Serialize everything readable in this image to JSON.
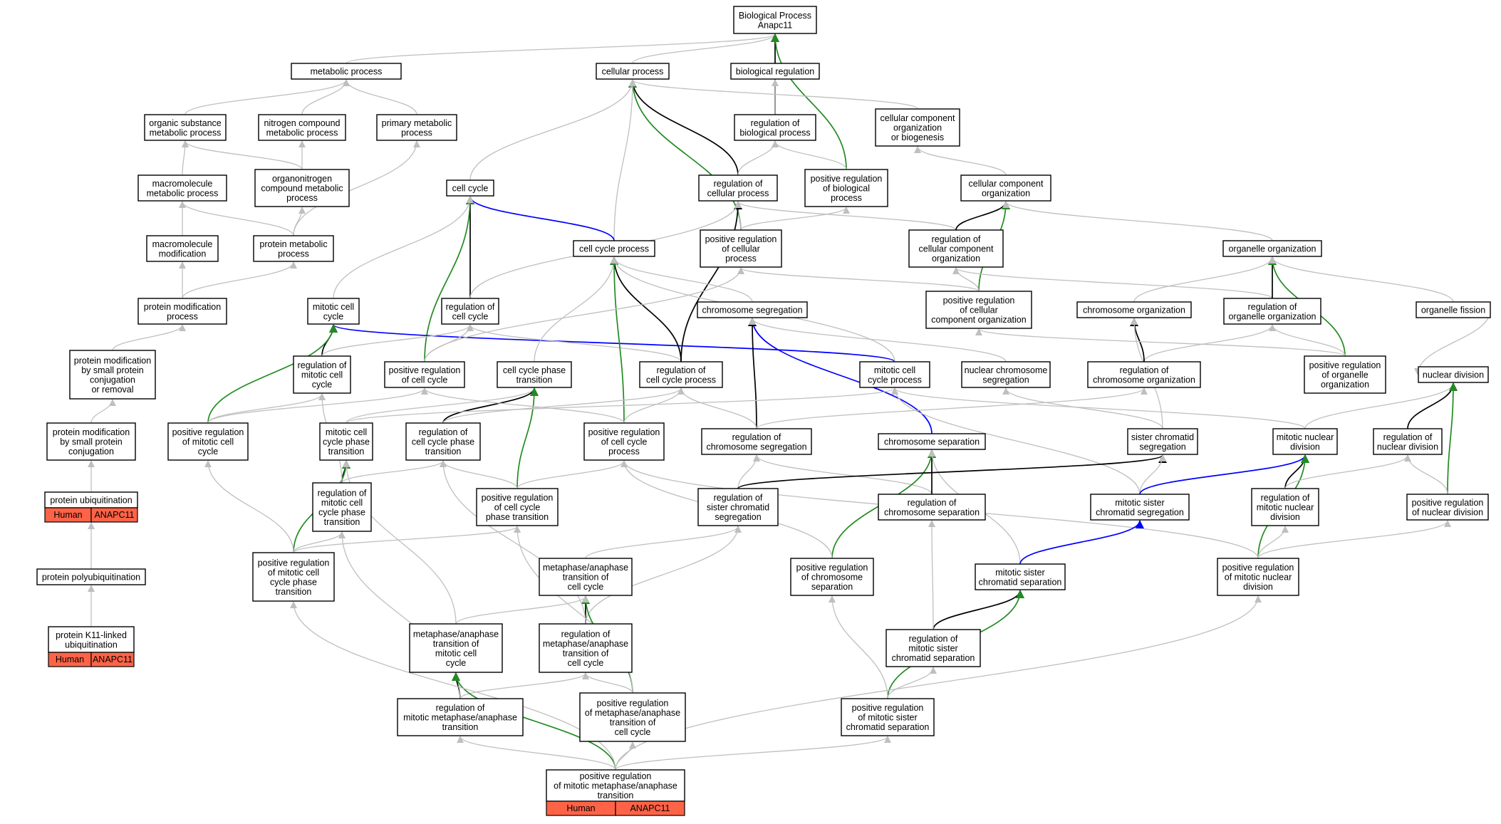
{
  "colors": {
    "edge_default": "#bfbfbf",
    "edge_is_a_strong": "#000000",
    "edge_positive_regulation": "#228b22",
    "edge_part_of": "#0000ff",
    "annotation_fill": "#ff6347"
  },
  "nodes": [
    {
      "id": "bp",
      "lines": [
        "Biological Process",
        "Anapc11"
      ]
    },
    {
      "id": "metabolic",
      "lines": [
        "metabolic process"
      ]
    },
    {
      "id": "cellular",
      "lines": [
        "cellular process"
      ]
    },
    {
      "id": "bioreg",
      "lines": [
        "biological regulation"
      ]
    },
    {
      "id": "orgsub",
      "lines": [
        "organic substance",
        "metabolic process"
      ]
    },
    {
      "id": "nitrogen",
      "lines": [
        "nitrogen compound",
        "metabolic process"
      ]
    },
    {
      "id": "primary",
      "lines": [
        "primary metabolic",
        "process"
      ]
    },
    {
      "id": "regbio",
      "lines": [
        "regulation of",
        "biological process"
      ]
    },
    {
      "id": "ccorgbio",
      "lines": [
        "cellular component",
        "organization",
        "or biogenesis"
      ]
    },
    {
      "id": "macro",
      "lines": [
        "macromolecule",
        "metabolic process"
      ]
    },
    {
      "id": "organon",
      "lines": [
        "organonitrogen",
        "compound metabolic",
        "process"
      ]
    },
    {
      "id": "cellcycle",
      "lines": [
        "cell cycle"
      ]
    },
    {
      "id": "regcell",
      "lines": [
        "regulation of",
        "cellular process"
      ]
    },
    {
      "id": "posregbio",
      "lines": [
        "positive regulation",
        "of biological",
        "process"
      ]
    },
    {
      "id": "ccorg",
      "lines": [
        "cellular component",
        "organization"
      ]
    },
    {
      "id": "macromod",
      "lines": [
        "macromolecule",
        "modification"
      ]
    },
    {
      "id": "protmeta",
      "lines": [
        "protein metabolic",
        "process"
      ]
    },
    {
      "id": "ccproc",
      "lines": [
        "cell cycle process"
      ]
    },
    {
      "id": "posregcell",
      "lines": [
        "positive regulation",
        "of cellular",
        "process"
      ]
    },
    {
      "id": "regccorg",
      "lines": [
        "regulation of",
        "cellular component",
        "organization"
      ]
    },
    {
      "id": "organelle",
      "lines": [
        "organelle organization"
      ]
    },
    {
      "id": "protmod",
      "lines": [
        "protein modification",
        "process"
      ]
    },
    {
      "id": "mitcc",
      "lines": [
        "mitotic cell",
        "cycle"
      ]
    },
    {
      "id": "regcc",
      "lines": [
        "regulation of",
        "cell cycle"
      ]
    },
    {
      "id": "chromseg",
      "lines": [
        "chromosome segregation"
      ]
    },
    {
      "id": "posregccorg",
      "lines": [
        "positive regulation",
        "of cellular",
        "component organization"
      ]
    },
    {
      "id": "chromorg",
      "lines": [
        "chromosome organization"
      ]
    },
    {
      "id": "regorg",
      "lines": [
        "regulation of",
        "organelle organization"
      ]
    },
    {
      "id": "orgfission",
      "lines": [
        "organelle fission"
      ]
    },
    {
      "id": "protmodsmall",
      "lines": [
        "protein modification",
        "by small protein",
        "conjugation",
        "or removal"
      ]
    },
    {
      "id": "regmitcc",
      "lines": [
        "regulation of",
        "mitotic cell",
        "cycle"
      ]
    },
    {
      "id": "posregcc",
      "lines": [
        "positive regulation",
        "of cell cycle"
      ]
    },
    {
      "id": "ccphasetrans",
      "lines": [
        "cell cycle phase",
        "transition"
      ]
    },
    {
      "id": "regccproc",
      "lines": [
        "regulation of",
        "cell cycle process"
      ]
    },
    {
      "id": "mitccproc",
      "lines": [
        "mitotic cell",
        "cycle process"
      ]
    },
    {
      "id": "nucchromseg",
      "lines": [
        "nuclear chromosome",
        "segregation"
      ]
    },
    {
      "id": "regchromorg",
      "lines": [
        "regulation of",
        "chromosome organization"
      ]
    },
    {
      "id": "posregorg",
      "lines": [
        "positive regulation",
        "of organelle",
        "organization"
      ]
    },
    {
      "id": "nucdiv",
      "lines": [
        "nuclear division"
      ]
    },
    {
      "id": "protmodconj",
      "lines": [
        "protein modification",
        "by small protein",
        "conjugation"
      ]
    },
    {
      "id": "posregmitcc",
      "lines": [
        "positive regulation",
        "of mitotic cell",
        "cycle"
      ]
    },
    {
      "id": "mitccphase",
      "lines": [
        "mitotic cell",
        "cycle phase",
        "transition"
      ]
    },
    {
      "id": "regccphase",
      "lines": [
        "regulation of",
        "cell cycle phase",
        "transition"
      ]
    },
    {
      "id": "posregccproc",
      "lines": [
        "positive regulation",
        "of cell cycle",
        "process"
      ]
    },
    {
      "id": "regchromseg",
      "lines": [
        "regulation of",
        "chromosome segregation"
      ]
    },
    {
      "id": "chromsep",
      "lines": [
        "chromosome separation"
      ]
    },
    {
      "id": "sisterseg",
      "lines": [
        "sister chromatid",
        "segregation"
      ]
    },
    {
      "id": "mitnucdiv",
      "lines": [
        "mitotic nuclear",
        "division"
      ]
    },
    {
      "id": "regnucdiv",
      "lines": [
        "regulation of",
        "nuclear division"
      ]
    },
    {
      "id": "protubiq",
      "lines": [
        "protein ubiquitination"
      ],
      "annotation": [
        "Human",
        "ANAPC11"
      ]
    },
    {
      "id": "regmitccphase",
      "lines": [
        "regulation of",
        "mitotic cell",
        "cycle phase",
        "transition"
      ]
    },
    {
      "id": "posregccphase",
      "lines": [
        "positive regulation",
        "of cell cycle",
        "phase transition"
      ]
    },
    {
      "id": "regsisterseg",
      "lines": [
        "regulation of",
        "sister chromatid",
        "segregation"
      ]
    },
    {
      "id": "regchromsep",
      "lines": [
        "regulation of",
        "chromosome separation"
      ]
    },
    {
      "id": "mitsisterseg",
      "lines": [
        "mitotic sister",
        "chromatid segregation"
      ]
    },
    {
      "id": "regmitnucdiv",
      "lines": [
        "regulation of",
        "mitotic nuclear",
        "division"
      ]
    },
    {
      "id": "posregnucdiv",
      "lines": [
        "positive regulation",
        "of nuclear division"
      ]
    },
    {
      "id": "protpolyubiq",
      "lines": [
        "protein polyubiquitination"
      ]
    },
    {
      "id": "posregmitccphase",
      "lines": [
        "positive regulation",
        "of mitotic cell",
        "cycle phase",
        "transition"
      ]
    },
    {
      "id": "metaana",
      "lines": [
        "metaphase/anaphase",
        "transition of",
        "cell cycle"
      ]
    },
    {
      "id": "posregchromsep",
      "lines": [
        "positive regulation",
        "of chromosome",
        "separation"
      ]
    },
    {
      "id": "mitsistersep",
      "lines": [
        "mitotic sister",
        "chromatid separation"
      ]
    },
    {
      "id": "posregmitnucdiv",
      "lines": [
        "positive regulation",
        "of mitotic nuclear",
        "division"
      ]
    },
    {
      "id": "k11",
      "lines": [
        "protein K11-linked",
        "ubiquitination"
      ],
      "annotation": [
        "Human",
        "ANAPC11"
      ]
    },
    {
      "id": "metaanamit",
      "lines": [
        "metaphase/anaphase",
        "transition of",
        "mitotic cell",
        "cycle"
      ]
    },
    {
      "id": "regmetaana",
      "lines": [
        "regulation of",
        "metaphase/anaphase",
        "transition of",
        "cell cycle"
      ]
    },
    {
      "id": "regmitsistersep",
      "lines": [
        "regulation of",
        "mitotic sister",
        "chromatid separation"
      ]
    },
    {
      "id": "regmitmetaana",
      "lines": [
        "regulation of",
        "mitotic metaphase/anaphase",
        "transition"
      ]
    },
    {
      "id": "posregmetaana",
      "lines": [
        "positive regulation",
        "of metaphase/anaphase",
        "transition of",
        "cell cycle"
      ]
    },
    {
      "id": "posregmitsistersep",
      "lines": [
        "positive regulation",
        "of mitotic sister",
        "chromatid separation"
      ]
    },
    {
      "id": "posregmitmetaana",
      "lines": [
        "positive regulation",
        "of mitotic metaphase/anaphase",
        "transition"
      ],
      "annotation": [
        "Human",
        "ANAPC11"
      ]
    }
  ],
  "edges": [
    [
      "metabolic",
      "bp",
      "gray"
    ],
    [
      "cellular",
      "bp",
      "gray"
    ],
    [
      "bioreg",
      "bp",
      "gray"
    ],
    [
      "regbio",
      "bp",
      "black"
    ],
    [
      "posregbio",
      "bp",
      "green"
    ],
    [
      "orgsub",
      "metabolic",
      "gray"
    ],
    [
      "nitrogen",
      "metabolic",
      "gray"
    ],
    [
      "primary",
      "metabolic",
      "gray"
    ],
    [
      "regbio",
      "bioreg",
      "gray"
    ],
    [
      "regcell",
      "cellular",
      "black"
    ],
    [
      "posregcell",
      "cellular",
      "green"
    ],
    [
      "ccproc",
      "cellular",
      "gray"
    ],
    [
      "cellcycle",
      "cellular",
      "gray"
    ],
    [
      "ccorgbio",
      "cellular",
      "gray"
    ],
    [
      "regcell",
      "regbio",
      "gray"
    ],
    [
      "posregbio",
      "regbio",
      "gray"
    ],
    [
      "ccorg",
      "ccorgbio",
      "gray"
    ],
    [
      "macro",
      "orgsub",
      "gray"
    ],
    [
      "organon",
      "orgsub",
      "gray"
    ],
    [
      "organon",
      "nitrogen",
      "gray"
    ],
    [
      "protmeta",
      "organon",
      "gray"
    ],
    [
      "protmeta",
      "macro",
      "gray"
    ],
    [
      "protmeta",
      "primary",
      "gray"
    ],
    [
      "macromod",
      "macro",
      "gray"
    ],
    [
      "protmod",
      "macromod",
      "gray"
    ],
    [
      "protmod",
      "protmeta",
      "gray"
    ],
    [
      "ccproc",
      "cellcycle",
      "blue"
    ],
    [
      "regcc",
      "cellcycle",
      "black"
    ],
    [
      "posregcc",
      "cellcycle",
      "green"
    ],
    [
      "mitcc",
      "cellcycle",
      "gray"
    ],
    [
      "posregcell",
      "regcell",
      "gray"
    ],
    [
      "regccproc",
      "regcell",
      "black"
    ],
    [
      "regccorg",
      "regcell",
      "gray"
    ],
    [
      "regcc",
      "regcell",
      "gray"
    ],
    [
      "posregcell",
      "posregbio",
      "gray"
    ],
    [
      "regccorg",
      "ccorg",
      "black"
    ],
    [
      "posregccorg",
      "ccorg",
      "green"
    ],
    [
      "organelle",
      "ccorg",
      "gray"
    ],
    [
      "posregccorg",
      "regccorg",
      "gray"
    ],
    [
      "posregccorg",
      "posregcell",
      "gray"
    ],
    [
      "regorg",
      "regccorg",
      "gray"
    ],
    [
      "chromorg",
      "organelle",
      "gray"
    ],
    [
      "regorg",
      "organelle",
      "black"
    ],
    [
      "posregorg",
      "organelle",
      "green"
    ],
    [
      "orgfission",
      "organelle",
      "gray"
    ],
    [
      "posregorg",
      "regorg",
      "gray"
    ],
    [
      "regchromorg",
      "regorg",
      "gray"
    ],
    [
      "regchromorg",
      "chromorg",
      "black"
    ],
    [
      "posregorg",
      "posregccorg",
      "gray"
    ],
    [
      "protmodsmall",
      "protmod",
      "gray"
    ],
    [
      "protmodconj",
      "protmodsmall",
      "gray"
    ],
    [
      "protubiq",
      "protmodconj",
      "gray"
    ],
    [
      "protpolyubiq",
      "protubiq",
      "gray"
    ],
    [
      "k11",
      "protpolyubiq",
      "gray"
    ],
    [
      "mitccproc",
      "mitcc",
      "blue"
    ],
    [
      "regmitcc",
      "mitcc",
      "black"
    ],
    [
      "posregmitcc",
      "mitcc",
      "green"
    ],
    [
      "regmitcc",
      "regcc",
      "gray"
    ],
    [
      "posregcc",
      "regcc",
      "gray"
    ],
    [
      "regccproc",
      "regcc",
      "gray"
    ],
    [
      "chromseg",
      "ccproc",
      "gray"
    ],
    [
      "ccphasetrans",
      "ccproc",
      "gray"
    ],
    [
      "regccproc",
      "ccproc",
      "black"
    ],
    [
      "posregccproc",
      "ccproc",
      "green"
    ],
    [
      "mitccproc",
      "ccproc",
      "gray"
    ],
    [
      "chromsep",
      "chromseg",
      "blue"
    ],
    [
      "regchromseg",
      "chromseg",
      "black"
    ],
    [
      "nucchromseg",
      "chromseg",
      "gray"
    ],
    [
      "posregcc",
      "posregcell",
      "gray"
    ],
    [
      "posregmitcc",
      "regmitcc",
      "gray"
    ],
    [
      "posregmitcc",
      "posregcc",
      "gray"
    ],
    [
      "mitccphase",
      "ccphasetrans",
      "gray"
    ],
    [
      "regccphase",
      "ccphasetrans",
      "black"
    ],
    [
      "posregccphase",
      "ccphasetrans",
      "green"
    ],
    [
      "regccphase",
      "regccproc",
      "gray"
    ],
    [
      "posregccproc",
      "regccproc",
      "gray"
    ],
    [
      "regchromseg",
      "regccproc",
      "gray"
    ],
    [
      "mitccphase",
      "mitccproc",
      "gray"
    ],
    [
      "mitnucdiv",
      "mitccproc",
      "gray"
    ],
    [
      "mitsisterseg",
      "mitccproc",
      "gray"
    ],
    [
      "sisterseg",
      "nucchromseg",
      "gray"
    ],
    [
      "regchromseg",
      "regchromorg",
      "gray"
    ],
    [
      "sisterseg",
      "chromorg",
      "gray"
    ],
    [
      "orgfission",
      "nucdiv",
      "gray"
    ],
    [
      "mitnucdiv",
      "nucdiv",
      "gray"
    ],
    [
      "regnucdiv",
      "nucdiv",
      "black"
    ],
    [
      "posregnucdiv",
      "nucdiv",
      "green"
    ],
    [
      "regmitccphase",
      "mitccphase",
      "black"
    ],
    [
      "posregmitccphase",
      "mitccphase",
      "green"
    ],
    [
      "regmitccphase",
      "regccphase",
      "gray"
    ],
    [
      "posregccphase",
      "regccphase",
      "gray"
    ],
    [
      "regmitccphase",
      "regmitcc",
      "gray"
    ],
    [
      "posregccphase",
      "posregccproc",
      "gray"
    ],
    [
      "posregccproc",
      "posregcc",
      "gray"
    ],
    [
      "regsisterseg",
      "regchromseg",
      "gray"
    ],
    [
      "regchromsep",
      "regchromseg",
      "gray"
    ],
    [
      "regchromsep",
      "chromsep",
      "black"
    ],
    [
      "posregchromsep",
      "chromsep",
      "green"
    ],
    [
      "mitsistersep",
      "chromsep",
      "gray"
    ],
    [
      "regsisterseg",
      "sisterseg",
      "black"
    ],
    [
      "mitsisterseg",
      "sisterseg",
      "gray"
    ],
    [
      "mitsisterseg",
      "mitnucdiv",
      "blue"
    ],
    [
      "regmitnucdiv",
      "mitnucdiv",
      "black"
    ],
    [
      "posregmitnucdiv",
      "mitnucdiv",
      "green"
    ],
    [
      "regmitnucdiv",
      "regnucdiv",
      "gray"
    ],
    [
      "posregnucdiv",
      "regnucdiv",
      "gray"
    ],
    [
      "posregmitnucdiv",
      "regmitnucdiv",
      "gray"
    ],
    [
      "posregmitnucdiv",
      "posregnucdiv",
      "gray"
    ],
    [
      "posregmitccphase",
      "regmitccphase",
      "gray"
    ],
    [
      "posregmitccphase",
      "posregccphase",
      "gray"
    ],
    [
      "posregmitccphase",
      "posregmitcc",
      "gray"
    ],
    [
      "metaana",
      "regsisterseg",
      "gray"
    ],
    [
      "regmetaana",
      "regsisterseg",
      "gray"
    ],
    [
      "posregchromsep",
      "posregccproc",
      "gray"
    ],
    [
      "posregmitnucdiv",
      "posregccproc",
      "gray"
    ],
    [
      "mitsistersep",
      "mitsisterseg",
      "blue"
    ],
    [
      "regmitsistersep",
      "mitsistersep",
      "black"
    ],
    [
      "posregmitsistersep",
      "mitsistersep",
      "green"
    ],
    [
      "regmitsistersep",
      "regchromsep",
      "gray"
    ],
    [
      "posregmitsistersep",
      "regmitsistersep",
      "gray"
    ],
    [
      "posregmitsistersep",
      "posregchromsep",
      "gray"
    ],
    [
      "regmetaana",
      "metaana",
      "black"
    ],
    [
      "posregmetaana",
      "metaana",
      "green"
    ],
    [
      "metaanamit",
      "metaana",
      "gray"
    ],
    [
      "regmetaana",
      "regccphase",
      "gray"
    ],
    [
      "metaanamit",
      "mitccphase",
      "gray"
    ],
    [
      "posregmetaana",
      "posregccphase",
      "gray"
    ],
    [
      "regmitmetaana",
      "metaanamit",
      "black"
    ],
    [
      "regmitmetaana",
      "regmetaana",
      "gray"
    ],
    [
      "regmitmetaana",
      "regmitccphase",
      "gray"
    ],
    [
      "posregmetaana",
      "regmetaana",
      "gray"
    ],
    [
      "posregmitmetaana",
      "regmitmetaana",
      "gray"
    ],
    [
      "posregmitmetaana",
      "posregmetaana",
      "gray"
    ],
    [
      "posregmitmetaana",
      "metaanamit",
      "green"
    ],
    [
      "posregmitmetaana",
      "posregmitccphase",
      "gray"
    ],
    [
      "posregmitmetaana",
      "posregmitsistersep",
      "gray"
    ],
    [
      "posregmitmetaana",
      "posregmitnucdiv",
      "gray"
    ]
  ]
}
